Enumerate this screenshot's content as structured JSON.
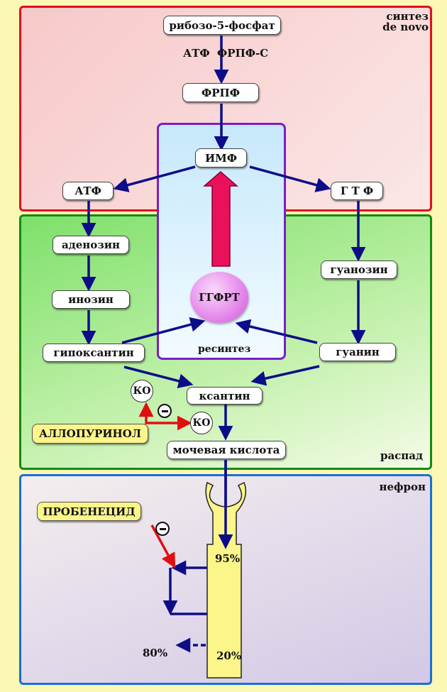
{
  "sections": {
    "synthesis": "синтез\nde novo",
    "decay": "распад",
    "nephron": "нефрон",
    "resynthesis": "ресинтез"
  },
  "nodes": {
    "ribose5p": "рибозо-5-фосфат",
    "cofactors": "АТФ  ФРПФ-С",
    "prpp": "ФРПФ",
    "imp": "ИМФ",
    "amp": "АТФ",
    "gmp": "Г Т Ф",
    "adenosine": "аденозин",
    "inosine": "инозин",
    "hypoxanthine": "гипоксантин",
    "guanosine": "гуанозин",
    "guanine": "гуанин",
    "xanthine": "ксантин",
    "uric_acid": "мочевая кислота"
  },
  "enzyme": "ГГФРТ",
  "xanthine_oxidase": "КО",
  "drugs": {
    "allopurinol": "АЛЛОПУРИНОЛ",
    "probenecid": "ПРОБЕНЕЦИД"
  },
  "percentages": {
    "filtered": "95%",
    "reabsorbed": "80%",
    "excreted": "20%"
  },
  "colors": {
    "pathway_arrow": "#0d0d8a",
    "inhibition_arrow": "#e01010",
    "resynthesis_arrow": "#e8115a"
  }
}
